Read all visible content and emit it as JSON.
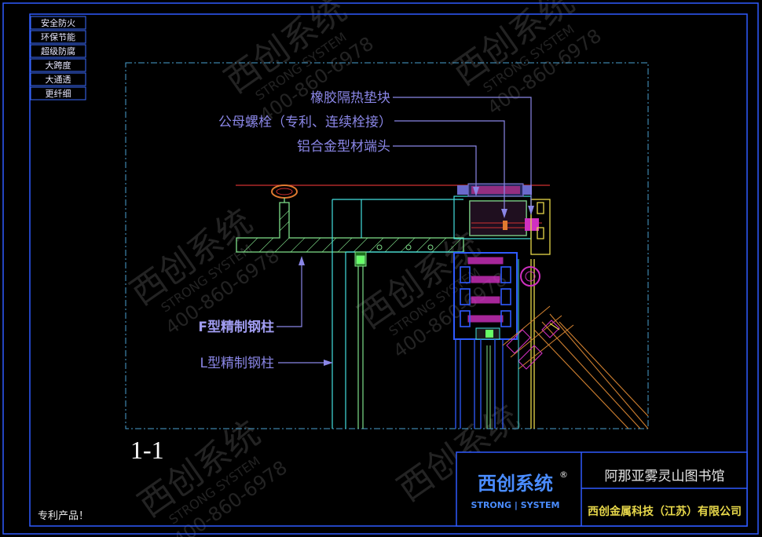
{
  "sidebar": {
    "items": [
      {
        "label": "安全防火"
      },
      {
        "label": "环保节能"
      },
      {
        "label": "超级防腐"
      },
      {
        "label": "大跨度"
      },
      {
        "label": "大通透"
      },
      {
        "label": "更纤细"
      }
    ]
  },
  "callouts": {
    "rubber_block": "橡胶隔热垫块",
    "bolt": "公母螺栓（专利、连续栓接）",
    "aluminum_end": "铝合金型材端头",
    "f_column": "F型精制钢柱",
    "l_column": "L型精制钢柱"
  },
  "section_label": "1-1",
  "footer_note": "专利产品！",
  "title_block": {
    "logo_cn": "西创系统",
    "logo_en": "STRONG | SYSTEM",
    "registered": "®",
    "project": "阿那亚雾灵山图书馆",
    "company": "西创金属科技（江苏）有限公司"
  },
  "colors": {
    "frame_blue": "#2f5bff",
    "label_purple": "#8a86e6",
    "steel_green": "#7fe08a",
    "cyan": "#44e0e0",
    "magenta": "#d030c0",
    "orange": "#e07a30",
    "yellow": "#e8d84a",
    "red_line": "#d03030",
    "watermark": "#5a5a5a"
  },
  "watermark": {
    "cn": "西创系统",
    "en": "STRONG SYSTEM",
    "phone": "400-860-6978"
  }
}
